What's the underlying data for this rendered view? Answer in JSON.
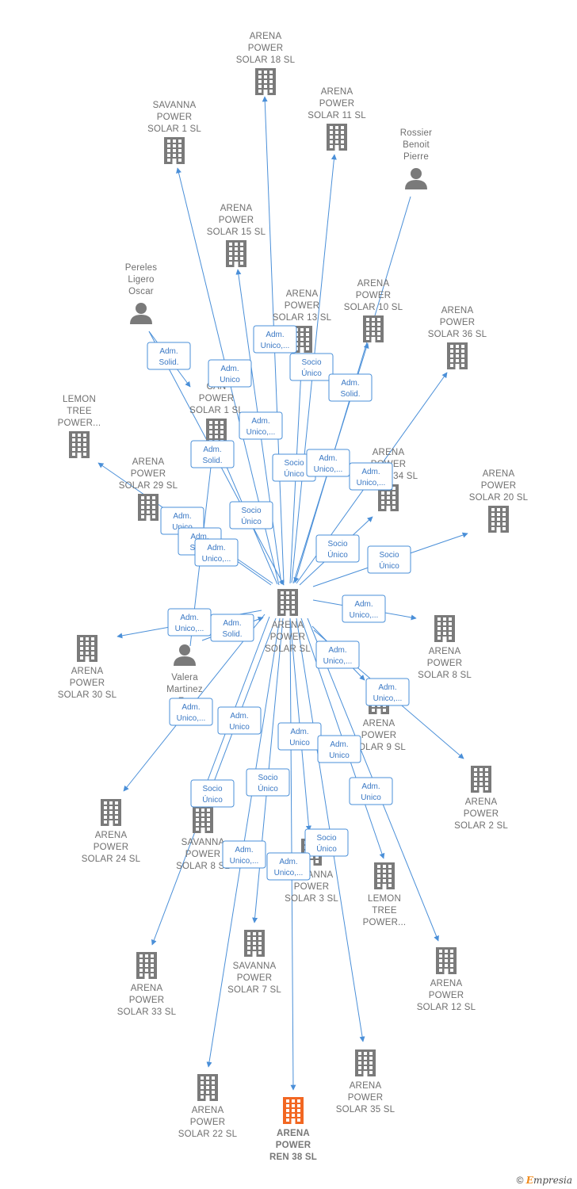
{
  "colors": {
    "edge": "#4a8fd8",
    "building": "#7a7a7a",
    "highlight": "#f26722",
    "person": "#7a7a7a"
  },
  "nodes": [
    {
      "id": "center",
      "type": "company",
      "label": [
        "ARENA",
        "POWER",
        "SOLAR  SL"
      ]
    },
    {
      "id": "s18",
      "type": "company",
      "label": [
        "ARENA",
        "POWER",
        "SOLAR 18  SL"
      ]
    },
    {
      "id": "s11",
      "type": "company",
      "label": [
        "ARENA",
        "POWER",
        "SOLAR 11  SL"
      ]
    },
    {
      "id": "sav1",
      "type": "company",
      "label": [
        "SAVANNA",
        "POWER",
        "SOLAR 1  SL"
      ]
    },
    {
      "id": "rossier",
      "type": "person",
      "label": [
        "Rossier",
        "Benoit",
        "Pierre"
      ]
    },
    {
      "id": "s15",
      "type": "company",
      "label": [
        "ARENA",
        "POWER",
        "SOLAR 15  SL"
      ]
    },
    {
      "id": "pereles",
      "type": "person",
      "label": [
        "Pereles",
        "Ligero",
        "Oscar"
      ]
    },
    {
      "id": "s13",
      "type": "company",
      "label": [
        "ARENA",
        "POWER",
        "SOLAR 13  SL"
      ]
    },
    {
      "id": "s10",
      "type": "company",
      "label": [
        "ARENA",
        "POWER",
        "SOLAR 10  SL"
      ]
    },
    {
      "id": "s36",
      "type": "company",
      "label": [
        "ARENA",
        "POWER",
        "SOLAR 36  SL"
      ]
    },
    {
      "id": "lemon1",
      "type": "company",
      "label": [
        "LEMON",
        "TREE",
        "POWER..."
      ]
    },
    {
      "id": "can1",
      "type": "company",
      "label": [
        "CAN",
        "POWER",
        "SOLAR 1  SL"
      ]
    },
    {
      "id": "s29",
      "type": "company",
      "label": [
        "ARENA",
        "POWER",
        "SOLAR 29  SL"
      ]
    },
    {
      "id": "s34",
      "type": "company",
      "label": [
        "ARENA",
        "POWER",
        "SOLAR 34  SL"
      ]
    },
    {
      "id": "s20",
      "type": "company",
      "label": [
        "ARENA",
        "POWER",
        "SOLAR 20  SL"
      ]
    },
    {
      "id": "s8",
      "type": "company",
      "label": [
        "ARENA",
        "POWER",
        "SOLAR 8  SL"
      ]
    },
    {
      "id": "s30",
      "type": "company",
      "label": [
        "ARENA",
        "POWER",
        "SOLAR 30  SL"
      ]
    },
    {
      "id": "valera",
      "type": "person",
      "label": [
        "Valera",
        "Martinez",
        "F..."
      ]
    },
    {
      "id": "s9",
      "type": "company",
      "label": [
        "ARENA",
        "POWER",
        "SOLAR 9  SL"
      ]
    },
    {
      "id": "s2",
      "type": "company",
      "label": [
        "ARENA",
        "POWER",
        "SOLAR 2  SL"
      ]
    },
    {
      "id": "s24",
      "type": "company",
      "label": [
        "ARENA",
        "POWER",
        "SOLAR 24  SL"
      ]
    },
    {
      "id": "sav8",
      "type": "company",
      "label": [
        "SAVANNA",
        "POWER",
        "SOLAR 8  SL"
      ]
    },
    {
      "id": "sav3",
      "type": "company",
      "label": [
        "SAVANNA",
        "POWER",
        "SOLAR 3  SL"
      ]
    },
    {
      "id": "lemon2",
      "type": "company",
      "label": [
        "LEMON",
        "TREE",
        "POWER..."
      ]
    },
    {
      "id": "s33",
      "type": "company",
      "label": [
        "ARENA",
        "POWER",
        "SOLAR 33  SL"
      ]
    },
    {
      "id": "sav7",
      "type": "company",
      "label": [
        "SAVANNA",
        "POWER",
        "SOLAR 7  SL"
      ]
    },
    {
      "id": "s12",
      "type": "company",
      "label": [
        "ARENA",
        "POWER",
        "SOLAR 12  SL"
      ]
    },
    {
      "id": "s35",
      "type": "company",
      "label": [
        "ARENA",
        "POWER",
        "SOLAR 35  SL"
      ]
    },
    {
      "id": "s22",
      "type": "company",
      "label": [
        "ARENA",
        "POWER",
        "SOLAR 22  SL"
      ]
    },
    {
      "id": "ren38",
      "type": "company",
      "highlight": true,
      "label": [
        "ARENA",
        "POWER",
        "REN 38  SL"
      ]
    }
  ],
  "edges": [
    {
      "from": "center",
      "to": "s18"
    },
    {
      "from": "center",
      "to": "s11"
    },
    {
      "from": "center",
      "to": "sav1"
    },
    {
      "from": "rossier",
      "to": "center"
    },
    {
      "from": "center",
      "to": "s15"
    },
    {
      "from": "pereles",
      "to": "center"
    },
    {
      "from": "pereles",
      "to": "can1"
    },
    {
      "from": "center",
      "to": "s13"
    },
    {
      "from": "center",
      "to": "s10"
    },
    {
      "from": "center",
      "to": "s36"
    },
    {
      "from": "center",
      "to": "lemon1"
    },
    {
      "from": "center",
      "to": "can1"
    },
    {
      "from": "center",
      "to": "s29"
    },
    {
      "from": "center",
      "to": "s34"
    },
    {
      "from": "center",
      "to": "s20"
    },
    {
      "from": "center",
      "to": "s8"
    },
    {
      "from": "center",
      "to": "s30"
    },
    {
      "from": "valera",
      "to": "can1"
    },
    {
      "from": "valera",
      "to": "center"
    },
    {
      "from": "center",
      "to": "s9"
    },
    {
      "from": "center",
      "to": "s2"
    },
    {
      "from": "center",
      "to": "s24"
    },
    {
      "from": "center",
      "to": "sav8"
    },
    {
      "from": "center",
      "to": "sav3"
    },
    {
      "from": "center",
      "to": "lemon2"
    },
    {
      "from": "center",
      "to": "s33"
    },
    {
      "from": "center",
      "to": "sav7"
    },
    {
      "from": "center",
      "to": "s12"
    },
    {
      "from": "center",
      "to": "s35"
    },
    {
      "from": "center",
      "to": "s22"
    },
    {
      "from": "center",
      "to": "ren38"
    }
  ],
  "edge_labels": [
    {
      "lines": [
        "Adm.",
        "Solid."
      ]
    },
    {
      "lines": [
        "Adm.",
        "Unico"
      ]
    },
    {
      "lines": [
        "Adm.",
        "Unico,..."
      ]
    },
    {
      "lines": [
        "Socio",
        "Único"
      ]
    },
    {
      "lines": [
        "Adm.",
        "Solid."
      ]
    },
    {
      "lines": [
        "Adm.",
        "Unico,..."
      ]
    },
    {
      "lines": [
        "Adm.",
        "Solid."
      ]
    },
    {
      "lines": [
        "Socio",
        "Único"
      ]
    },
    {
      "lines": [
        "Adm.",
        "Unico,..."
      ]
    },
    {
      "lines": [
        "Adm.",
        "Unico,..."
      ]
    },
    {
      "lines": [
        "Socio",
        "Único"
      ]
    },
    {
      "lines": [
        "Adm.",
        "Unico"
      ]
    },
    {
      "lines": [
        "Adm.",
        "Solid."
      ]
    },
    {
      "lines": [
        "Adm.",
        "Unico,..."
      ]
    },
    {
      "lines": [
        "Socio",
        "Único"
      ]
    },
    {
      "lines": [
        "Socio",
        "Único"
      ]
    },
    {
      "lines": [
        "Adm.",
        "Unico,..."
      ]
    },
    {
      "lines": [
        "Adm.",
        "Unico,..."
      ]
    },
    {
      "lines": [
        "Adm.",
        "Solid."
      ]
    },
    {
      "lines": [
        "Adm.",
        "Unico,..."
      ]
    },
    {
      "lines": [
        "Adm.",
        "Unico,..."
      ]
    },
    {
      "lines": [
        "Adm.",
        "Unico,..."
      ]
    },
    {
      "lines": [
        "Adm.",
        "Unico"
      ]
    },
    {
      "lines": [
        "Adm.",
        "Unico"
      ]
    },
    {
      "lines": [
        "Adm.",
        "Unico"
      ]
    },
    {
      "lines": [
        "Socio",
        "Único"
      ]
    },
    {
      "lines": [
        "Adm.",
        "Unico"
      ]
    },
    {
      "lines": [
        "Socio",
        "Único"
      ]
    },
    {
      "lines": [
        "Socio",
        "Único"
      ]
    },
    {
      "lines": [
        "Adm.",
        "Unico,..."
      ]
    },
    {
      "lines": [
        "Adm.",
        "Unico,..."
      ]
    }
  ],
  "footer": {
    "copyright": "©",
    "brand_initial": "E",
    "brand_rest": "mpresia"
  }
}
